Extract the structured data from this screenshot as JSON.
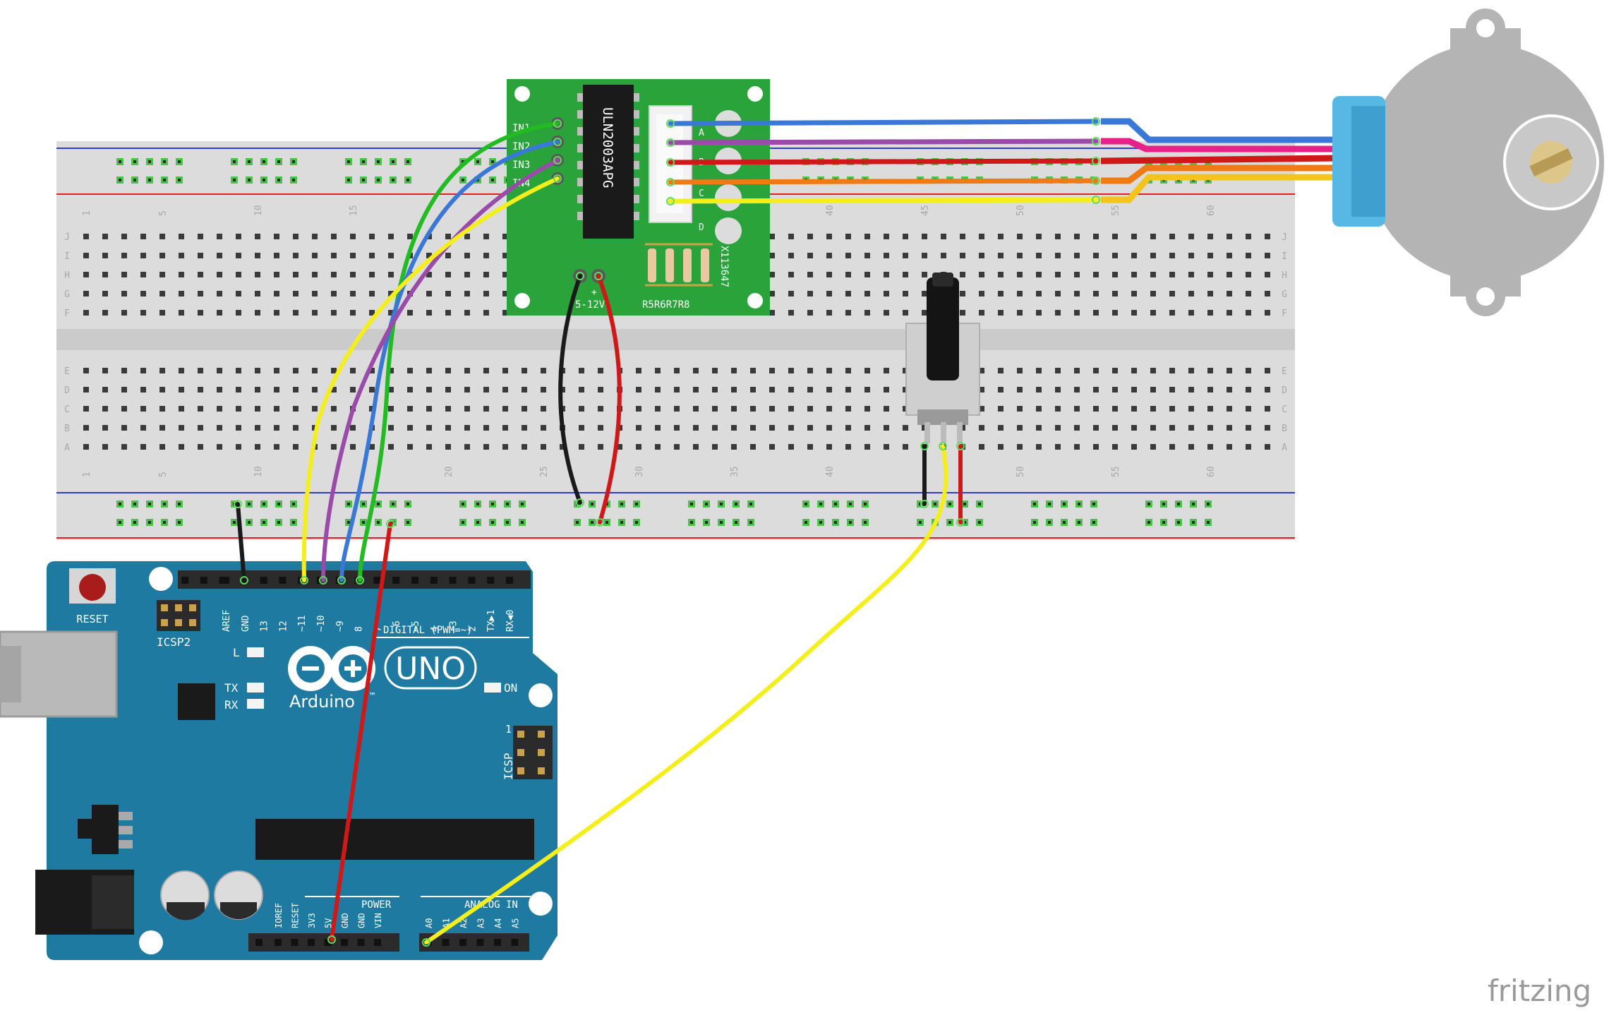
{
  "breadboard": {
    "col_labels_top": [
      "1",
      "5",
      "10",
      "15",
      "40",
      "45",
      "50",
      "55",
      "60"
    ],
    "col_labels_bottom": [
      "1",
      "5",
      "10",
      "20",
      "25",
      "30",
      "35",
      "40",
      "50",
      "55",
      "60"
    ],
    "row_labels_top": [
      "J",
      "I",
      "H",
      "G",
      "F"
    ],
    "row_labels_bottom": [
      "E",
      "D",
      "C",
      "B",
      "A"
    ]
  },
  "driver": {
    "chip_label": "ULN2003APG",
    "inputs": [
      "IN1",
      "IN2",
      "IN3",
      "IN4"
    ],
    "led_labels": [
      "A",
      "B",
      "C",
      "D"
    ],
    "resistors": "R5R6R7R8",
    "board_code": "X113647",
    "power": "5-12V",
    "power_sign": "+"
  },
  "arduino": {
    "reset": "RESET",
    "icsp2": "ICSP2",
    "icsp": "ICSP",
    "icsp_pin1": "1",
    "digital_pins": [
      "AREF",
      "GND",
      "13",
      "12",
      "~11",
      "~10",
      "~9",
      "8",
      "7",
      "~6",
      "~5",
      "4",
      "~3",
      "2",
      "TX▶1",
      "RX◀0"
    ],
    "digital_label": "DIGITAL (PWM=~)",
    "led_l": "L",
    "led_tx": "TX",
    "led_rx": "RX",
    "led_on": "ON",
    "model": "UNO",
    "brand": "Arduino",
    "tm": "™",
    "power_pins": [
      "IOREF",
      "RESET",
      "3V3",
      "5V",
      "GND",
      "GND",
      "VIN"
    ],
    "power_label": "POWER",
    "analog_pins": [
      "A0",
      "A1",
      "A2",
      "A3",
      "A4",
      "A5"
    ],
    "analog_label": "ANALOG IN"
  },
  "watermark": "fritzing",
  "colors": {
    "breadboard": "#dcdcdc",
    "hole_green": "#4cc24c",
    "driver_pcb": "#2aa43a",
    "arduino_pcb": "#1e7aa0",
    "wire_green": "#22bb22",
    "wire_blue": "#3a78d8",
    "wire_purple": "#9a4aa8",
    "wire_yellow": "#f4ee1a",
    "wire_red": "#d01818",
    "wire_black": "#1a1a1a",
    "wire_orange": "#f07a14",
    "wire_pink": "#e8208a",
    "motor_body": "#b4b4b4",
    "motor_connector": "#57b7e5"
  }
}
